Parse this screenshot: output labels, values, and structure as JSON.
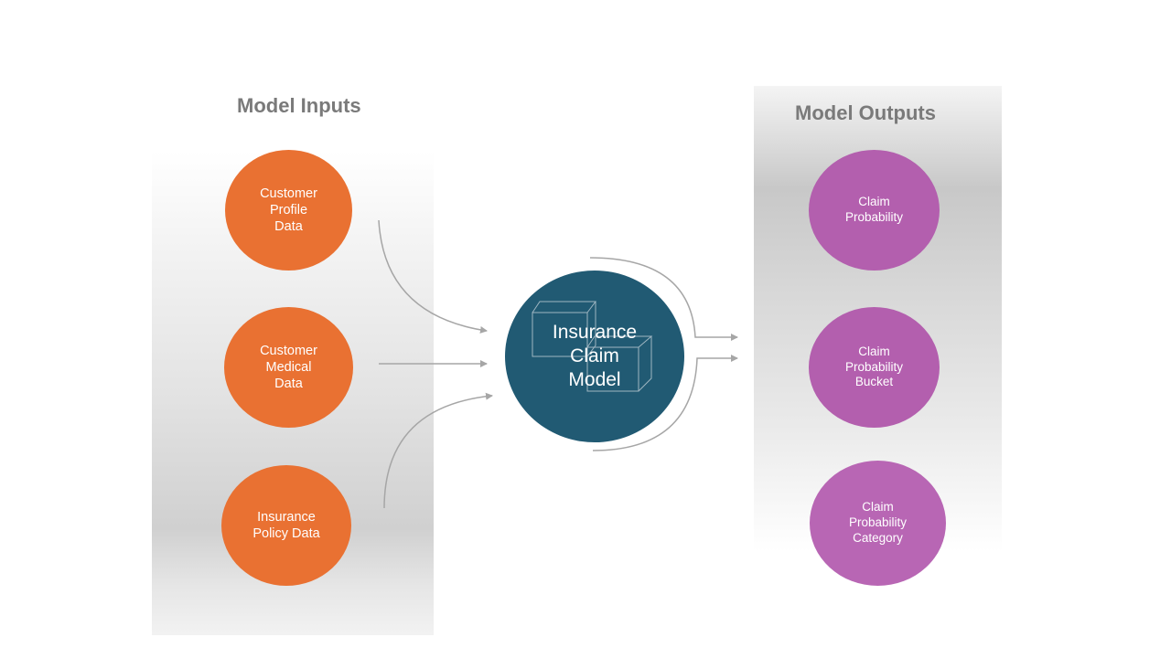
{
  "inputs_title": "Model Inputs",
  "outputs_title": "Model Outputs",
  "inputs": [
    {
      "label": "Customer\nProfile\nData"
    },
    {
      "label": "Customer\nMedical\nData"
    },
    {
      "label": "Insurance\nPolicy Data"
    }
  ],
  "model": {
    "label": "Insurance\nClaim\nModel"
  },
  "outputs": [
    {
      "label": "Claim\nProbability"
    },
    {
      "label": "Claim\nProbability\nBucket"
    },
    {
      "label": "Claim\nProbability\nCategory"
    }
  ],
  "colors": {
    "input_node": "#e97132",
    "output_node": "#b35fae",
    "model_node": "#215a73",
    "title_text": "#7a7a7a",
    "connector": "#a6a6a6"
  }
}
